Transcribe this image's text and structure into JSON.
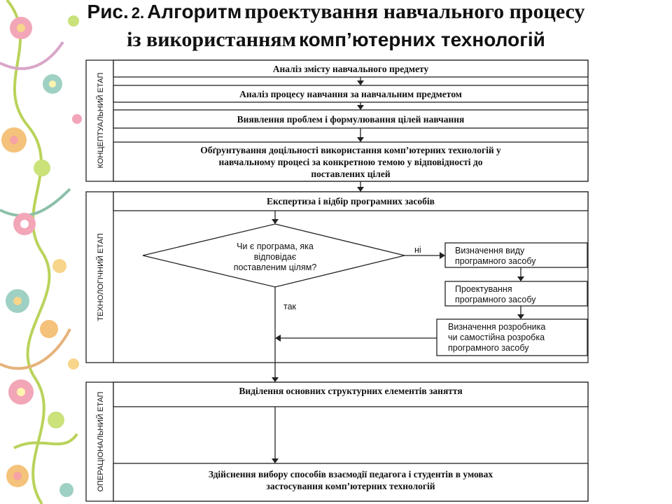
{
  "title": {
    "ris": "Рис.",
    "num": "2.",
    "algo": "Алгоритм",
    "rest1": "проектування навчального процесу",
    "line2_a": "із використанням",
    "line2_b": "комп’ютерних технологій"
  },
  "stages": [
    "КОНЦЕПТУАЛЬНИЙ ЕТАП",
    "ТЕХНОЛОГІЧНИЙ ЕТАП",
    "ОПЕРАЦІОНАЛЬНИЙ ЕТАП"
  ],
  "steps": {
    "s1": [
      "Аналіз змісту навчального предмету"
    ],
    "s2": [
      "Аналіз процесу навчання за навчальним предметом"
    ],
    "s3": [
      "Виявлення проблем і формулювання цілей навчання"
    ],
    "s4": [
      "Обґрунтування доцільності використання комп’ютерних технологій у",
      "навчальному процесі за конкретною темою у відповідності до",
      "поставлених цілей"
    ],
    "s5": [
      "Експертиза і відбір програмних засобів"
    ],
    "s6": [
      "Виділення основних структурних елементів заняття"
    ],
    "s7": [
      "Здійснення вибору способів взаємодії педагога і студентів в умовах",
      "застосування комп’ютерних технологій"
    ]
  },
  "decision": [
    "Чи є програма, яка",
    "відповідає",
    "поставленим цілям?"
  ],
  "branches": {
    "no": "ні",
    "yes": "так",
    "b1": [
      "Визначення виду",
      "програмного засобу"
    ],
    "b2": [
      "Проектування",
      "програмного засобу"
    ],
    "b3": [
      "Визначення розробника",
      "чи самостійна розробка",
      "програмного засобу"
    ]
  }
}
